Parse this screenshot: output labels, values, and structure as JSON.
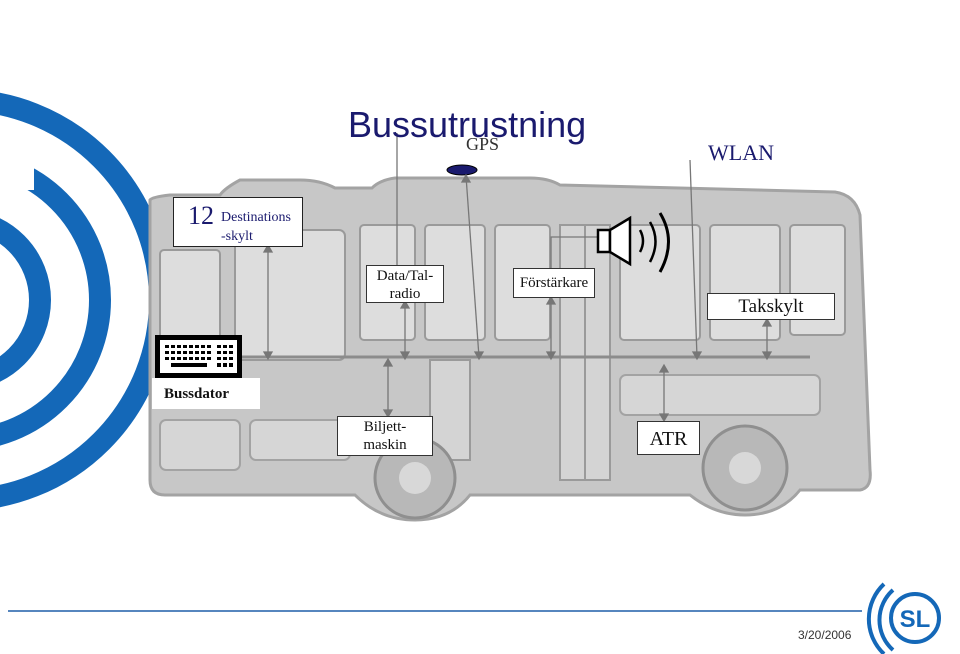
{
  "title": "Bussutrustning",
  "labels": {
    "gps": "GPS",
    "wlan": "WLAN",
    "destinations_number": "12",
    "destinations_line1": "Destinations",
    "destinations_line2": "-skylt",
    "data_tal_line1": "Data/Tal-",
    "data_tal_line2": "radio",
    "forstarkare": "Förstärkare",
    "takskylt": "Takskylt",
    "bussdator": "Bussdator",
    "biljett_line1": "Biljett-",
    "biljett_line2": "maskin",
    "atr": "ATR"
  },
  "footer": {
    "date": "3/20/2006",
    "logo_text": "SL"
  },
  "colors": {
    "title": "#1a1a6e",
    "arc_blue": "#1468b8",
    "bus_gray": "#c7c7c7",
    "bus_line": "#a3a3a3",
    "footer_line": "#1f5fa8",
    "gps_fill": "#1a1a6e"
  },
  "icons": [
    "keyboard-icon",
    "speaker-icon",
    "sl-logo-icon"
  ]
}
